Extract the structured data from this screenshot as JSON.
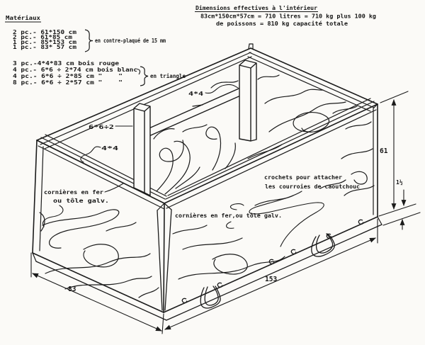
{
  "page": {
    "paper_color": "#fbfaf7",
    "ink_color": "#1b1b1b"
  },
  "materials": {
    "title": "Matériaux",
    "group1": [
      "2 pc.- 61*150 cm",
      "2 pc.- 61*85 cm",
      "1 pc.- 85*153 cm",
      "1 pc.- 83* 57 cm"
    ],
    "group1_note": "en contre-plaqué de 15 mm",
    "group2": [
      "3 pc.-4*4*83 cm bois rouge",
      "4 pc.- 6*6 ÷ 2*74 cm bois blanc",
      "4 pc.- 6*6 ÷ 2*85 cm \"    \"",
      "8 pc.- 6*6 ÷ 2*57 cm \"    \""
    ],
    "group2_note": "en triangle"
  },
  "dimensions_note": {
    "title": "Dimensions effectives à l'intérieur",
    "line1": "83cm*150cm*57cm = 710 litres = 710 kg plus 100 kg",
    "line2": "de poissons = 810 kg capacité totale"
  },
  "labels": {
    "corner_strip": "6*6÷2",
    "rail_top": "4*4",
    "rail_left": "4*4",
    "angle_left_1": "cornières en fer",
    "angle_left_2": "ou tôle galv.",
    "angle_front": "cornières en fer,ou tôle galv.",
    "hooks_1": "crochets pour attacher",
    "hooks_2": "les courroies de caoutchouc"
  },
  "dims": {
    "height": "61",
    "skid": "1½",
    "width": "83",
    "length": "153"
  }
}
